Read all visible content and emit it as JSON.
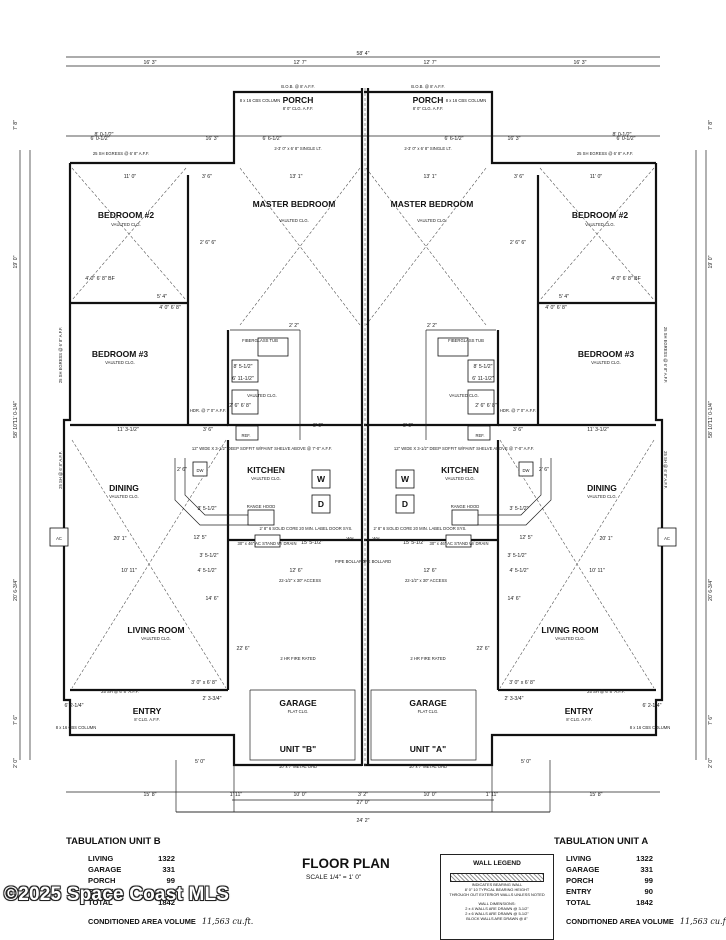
{
  "overall": {
    "top_dims": [
      "58' 4\"",
      "16' 3\"",
      "12' 7\"",
      "12' 7\"",
      "16' 3\""
    ],
    "bottom_dims": [
      "15' 8\"",
      "1' 11\"",
      "10' 0\"",
      "3' 2\"",
      "10' 0\"",
      "1' 11\"",
      "15' 8\"",
      "27' 0\"",
      "24' 2\""
    ],
    "side_dims_left": [
      "7' 8\"",
      "19' 0\"",
      "11' 0-1/4\"",
      "58' 10\"",
      "20' 6-3/4\"",
      "7' 6\"",
      "2' 0\""
    ],
    "side_dims_right": [
      "7' 8\"",
      "19' 0\"",
      "11' 0-1/4\"",
      "58' 10\"",
      "20' 6-3/4\"",
      "7' 6\"",
      "2' 0\""
    ]
  },
  "unit_b": {
    "porch": "PORCH",
    "porch_sub": "8' 0\" CLG. A.F.F.",
    "porch_column": "8 x 16 CBS COLUMN",
    "bob": "B.O.B. @ 8' A.F.F.",
    "single_door": "2-3' 0\" x 6' 8\" SINGLE LT.",
    "egress_top": "25 SH EGRESS @ 6' 8\" A.F.F.",
    "egress_side": "25 SH EGRESS @ 6' 8\" A.F.F.",
    "sh_dining": "25 SH @ 6' 8\" A.F.F.",
    "sh_entry": "25 SH @ 6' 8\" A.F.F.",
    "bedroom2": "BEDROOM #2",
    "bedroom3": "BEDROOM #3",
    "master": "MASTER BEDROOM",
    "vaulted": "VAULTED CLG.",
    "tub": "FIBERGLASS TUB",
    "kitchen": "KITCHEN",
    "dining": "DINING",
    "living": "LIVING ROOM",
    "entry": "ENTRY",
    "entry_sub": "8' CLG. A.F.F.",
    "garage": "GARAGE",
    "garage_sub": "FLAT CLG.",
    "unit": "UNIT \"B\"",
    "ohd": "10' x 7' METAL OHD",
    "ref": "REF.",
    "dw": "DW",
    "w": "W",
    "d": "D",
    "ac": "AC",
    "range_hood": "RANGE HOOD",
    "soffit": "12\" WIDE X 3-1/2\" DEEP SOFFIT W/PAINT SHELVE ABOVE @ 7'-0\" A.F.F.",
    "door_note": "2' 8\" 6 SOLID CORE 20 MIN. LABEL DOOR SYS.",
    "wh_base": "30\" x 46\" AC STAND W/ DRAIN",
    "access": "22-1/2\" x 30\" ACCESS",
    "firewall": "2 HR FIRE RATED",
    "bollard": "PIPE BOLLARD",
    "wh": "WH",
    "hdr": "HDR. @ 7' 0\" A.F.F.",
    "dims": {
      "bed_width": "11' 0\"",
      "master_width": "13' 1\"",
      "bath_dim": "2' 2\"",
      "master_door": "3' 6\"",
      "bed2_door": "2' 6\" 6\"",
      "closet": "4' 0\" 6' 8\" BF",
      "closet2": "5' 4\"",
      "closet3": "4' 0\" 6' 8\"",
      "hall": "11' 3-1/2\"",
      "hall2": "3' 6\"",
      "kitchen_w": "12' 6\"",
      "kitchen_w2": "3' 0\"",
      "living_w": "10' 11\"",
      "living_w2": "4' 5-1/2\"",
      "k1": "3' 5-1/2\"",
      "k2": "3' 5-1/2\"",
      "k3": "12' 5\"",
      "k4": "2' 6\"",
      "entry_w": "3' 0\" x 6' 8\"",
      "entry_d": "2' 3-3/4\"",
      "entry_d2": "6' 2-1/4\"",
      "l1": "5' 0\"",
      "l2": "8' 0-1/2\"",
      "l3": "6' 0-1/2\"",
      "l4": "16' 3\"",
      "l5": "6' 6-1/2\"",
      "garage_h": "22' 6\"",
      "bath2": "6' 11-1/2\"",
      "bath3": "8' 5-1/2\"",
      "bath4": "2' 6\" 6' 8\"",
      "h1": "20' 1\"",
      "h2": "14' 6\"",
      "h3": "15' 5-1/2\""
    },
    "tab": {
      "title": "TABULATION UNIT B",
      "rows": [
        {
          "k": "LIVING",
          "v": "1322"
        },
        {
          "k": "GARAGE",
          "v": "331"
        },
        {
          "k": "PORCH",
          "v": "99"
        },
        {
          "k": "ENTRY",
          "v": "90"
        },
        {
          "k": "TOTAL",
          "v": "1842"
        }
      ],
      "cav": "CONDITIONED AREA VOLUME",
      "cav_hw": "11,563 cu.ft."
    }
  },
  "unit_a": {
    "porch": "PORCH",
    "porch_sub": "8' 0\" CLG. A.F.F.",
    "porch_column": "8 x 16 CBS COLUMN",
    "bob": "B.O.B. @ 8' A.F.F.",
    "single_door": "2-3' 0\" x 6' 8\" SINGLE LT.",
    "egress_top": "25 SH EGRESS @ 6' 8\" A.F.F.",
    "egress_side": "25 SH EGRESS @ 6' 8\" A.F.F.",
    "sh_dining": "25 SH @ 6' 8\" A.F.F.",
    "sh_entry": "25 SH @ 6' 8\" A.F.F.",
    "bedroom2": "BEDROOM #2",
    "bedroom3": "BEDROOM #3",
    "master": "MASTER BEDROOM",
    "vaulted": "VAULTED CLG.",
    "tub": "FIBERGLASS TUB",
    "kitchen": "KITCHEN",
    "dining": "DINING",
    "living": "LIVING ROOM",
    "entry": "ENTRY",
    "entry_sub": "8' CLG. A.F.F.",
    "garage": "GARAGE",
    "garage_sub": "FLAT CLG.",
    "unit": "UNIT \"A\"",
    "ohd": "10' x 7' METAL OHD",
    "ref": "REF.",
    "dw": "DW",
    "w": "W",
    "d": "D",
    "ac": "AC",
    "range_hood": "RANGE HOOD",
    "soffit": "12\" WIDE X 3-1/2\" DEEP SOFFIT W/PAINT SHELVE ABOVE @ 7'-0\" A.F.F.",
    "door_note": "2' 8\" 6 SOLID CORE 20 MIN. LABEL DOOR SYS.",
    "wh_base": "30\" x 46\" AC STAND W/ DRAIN",
    "access": "22-1/2\" x 30\" ACCESS",
    "firewall": "2 HR FIRE RATED",
    "bollard": "PIPE BOLLARD",
    "wh": "WH",
    "hdr": "HDR. @ 7' 0\" A.F.F.",
    "tab": {
      "title": "TABULATION UNIT A",
      "rows": [
        {
          "k": "LIVING",
          "v": "1322"
        },
        {
          "k": "GARAGE",
          "v": "331"
        },
        {
          "k": "PORCH",
          "v": "99"
        },
        {
          "k": "ENTRY",
          "v": "90"
        },
        {
          "k": "TOTAL",
          "v": "1842"
        }
      ],
      "cav": "CONDITIONED AREA VOLUME",
      "cav_hw": "11,563 cu.ft."
    }
  },
  "title": "FLOOR PLAN",
  "scale": "SCALE 1/4\" = 1' 0\"",
  "legend": {
    "title": "WALL LEGEND",
    "bar_label": "INDICATES BEARING WALL",
    "lines": [
      "8' 0\" 10 TYPICAL BEARING HEIGHT",
      "THROUGH OUT EXTERIOR WALLS UNLESS NOTED",
      "",
      "WALL DIMENSIONS:",
      "2 x 4 WALLS ARE DRAWN @ 3-1/2\"",
      "2 x 6 WALLS ARE DRAWN @ 5-1/2\"",
      "BLOCK WALLS ARE DRAWN @ 8\""
    ]
  },
  "watermark": "©2025 Space Coast MLS"
}
